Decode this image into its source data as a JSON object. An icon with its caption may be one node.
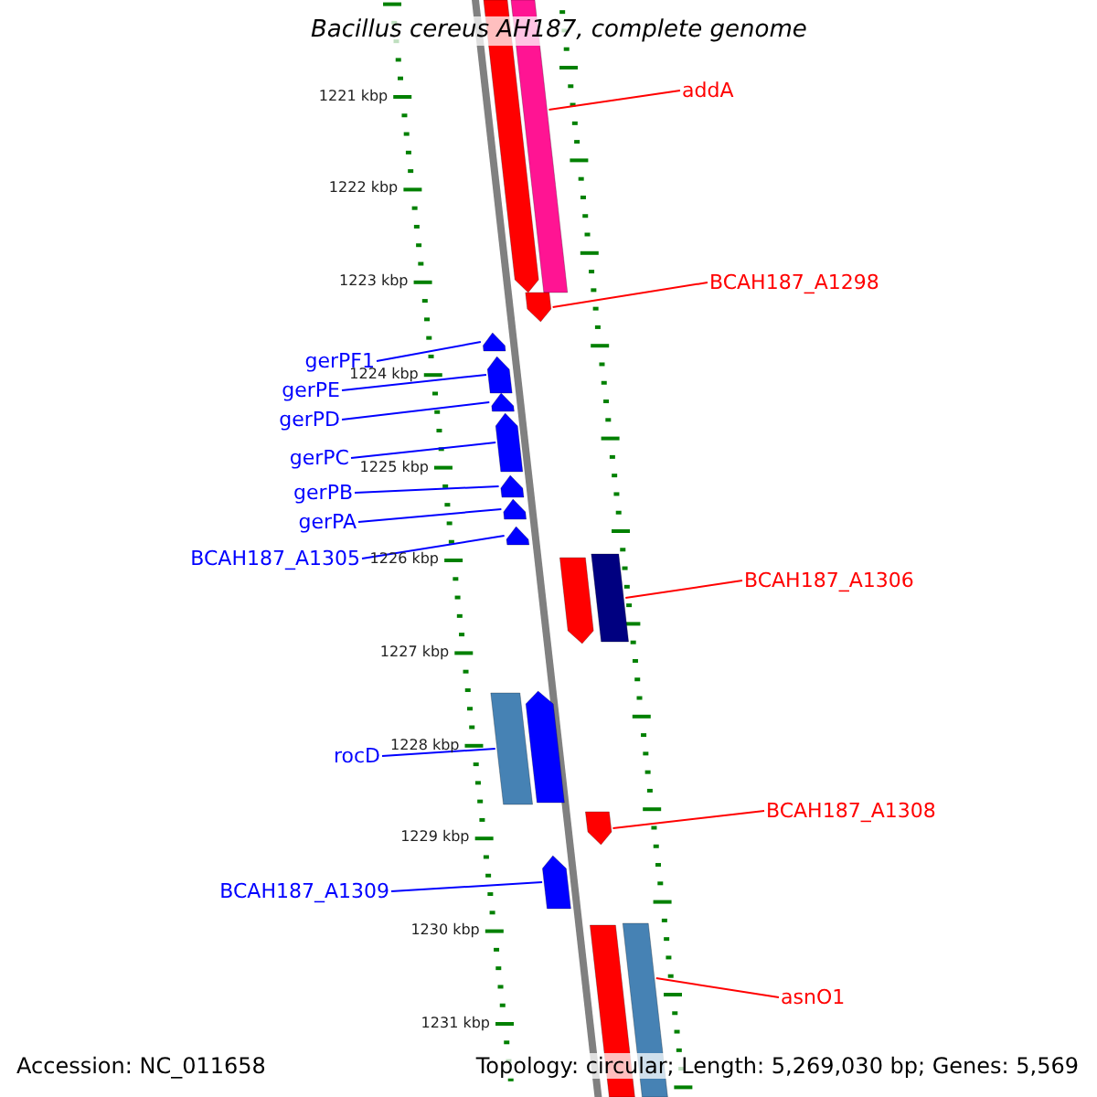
{
  "diagram": {
    "title": "Bacillus cereus AH187, complete genome",
    "nodes": [
      {
        "text": [
          "addA"
        ]
      },
      {
        "text": [],
        "shape": "bar"
      },
      {
        "text": [
          "BCAH187_A1298"
        ]
      },
      {
        "text": [],
        "shape": "bar"
      },
      {
        "text": [
          "gerPF1"
        ]
      },
      {
        "text": [],
        "shape": "bar"
      },
      {
        "text": [
          "gerPE"
        ]
      },
      {
        "text": [],
        "shape": "bar"
      },
      {
        "text": [
          "gerPD"
        ]
      },
      {
        "text": [],
        "shape": "bar"
      },
      {
        "text": [
          "gerPC"
        ]
      },
      {
        "text": [],
        "shape": "bar"
      },
      {
        "text": [
          "gerPB"
        ]
      },
      {
        "text": [],
        "shape": "bar"
      },
      {
        "text": [
          "gerPA"
        ]
      },
      {
        "text": [],
        "shape": "bar"
      },
      {
        "text": [
          "BCAH187_A1305"
        ]
      },
      {
        "text": [],
        "shape": "bar"
      },
      {
        "text": [
          "BCAH187_A1306"
        ]
      },
      {
        "text": [],
        "shape": "bar"
      },
      {
        "text": [
          "rocD"
        ]
      },
      {
        "text": [],
        "shape": "bar"
      },
      {
        "text": [
          "BCAH187_A1308"
        ]
      },
      {
        "text": [],
        "shape": "bar"
      },
      {
        "text": [
          "BCAH187_A1309"
        ]
      },
      {
        "text": [],
        "shape": "bar"
      },
      {
        "text": [
          "asnO1"
        ]
      },
      {
        "text": [],
        "shape": "bar"
      },
      {
        "text": [],
        "shape": "bar"
      },
      {
        "text": [],
        "shape": "bar"
      },
      {
        "text": [],
        "shape": "bar"
      },
      {
        "text": [],
        "shape": "bar"
      }
    ],
    "edges": [
      {
        "from": 0,
        "to": 1,
        "arrow": "none",
        "color": "#ff0000"
      },
      {
        "from": 2,
        "to": 3,
        "arrow": "none",
        "color": "#ff0000"
      },
      {
        "from": 4,
        "to": 5,
        "arrow": "none"
      },
      {
        "from": 6,
        "to": 7,
        "arrow": "none"
      },
      {
        "from": 8,
        "to": 9,
        "arrow": "none"
      },
      {
        "from": 10,
        "to": 11,
        "arrow": "none"
      },
      {
        "from": 12,
        "to": 13,
        "arrow": "none"
      },
      {
        "from": 14,
        "to": 15,
        "arrow": "none"
      },
      {
        "from": 16,
        "to": 17,
        "arrow": "none"
      },
      {
        "from": 18,
        "to": 19,
        "arrow": "none",
        "color": "#ff0000"
      },
      {
        "from": 20,
        "to": 21,
        "arrow": "none"
      },
      {
        "from": 22,
        "to": 23,
        "arrow": "none",
        "color": "#ff0000"
      },
      {
        "from": 24,
        "to": 25,
        "arrow": "none"
      },
      {
        "from": 26,
        "to": 27,
        "arrow": "none",
        "color": "#ff0000"
      }
    ],
    "labels": [
      "1221 kbp",
      "1222 kbp",
      "1223 kbp",
      "1224 kbp",
      "1225 kbp",
      "1226 kbp",
      "1227 kbp",
      "1228 kbp",
      "1229 kbp",
      "1230 kbp",
      "1231 kbp",
      "Accession: NC_011658",
      "Topology: circular; Length: 5,269,030 bp; Genes: 5,569"
    ]
  }
}
